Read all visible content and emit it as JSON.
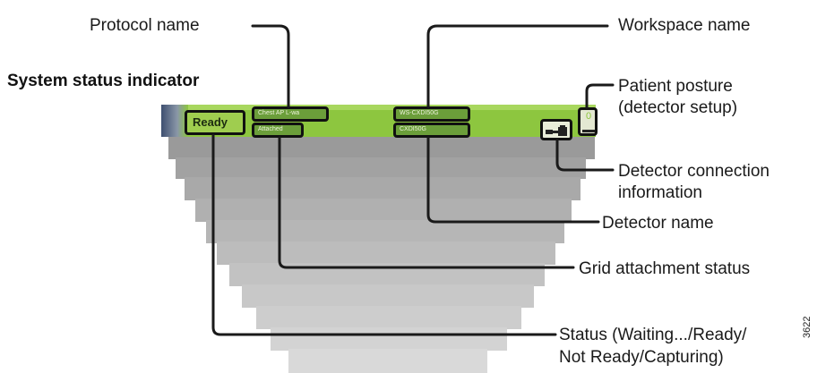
{
  "section_title": "System status indicator",
  "figure_number": "3622",
  "status_bar": {
    "status_label": "Ready",
    "protocol_label": "Chest AP L-wa",
    "grid_label": "Attached",
    "workspace_label": "WS-CXDI50G",
    "detector_label": "CXDI50G",
    "posture_glyph": "0"
  },
  "callouts": {
    "protocol_name": "Protocol name",
    "workspace_name": "Workspace name",
    "patient_posture": [
      "Patient posture",
      "(detector setup)"
    ],
    "detector_connection": [
      "Detector connection",
      "information"
    ],
    "detector_name": "Detector name",
    "grid_attachment": "Grid attachment status",
    "status": [
      "Status (Waiting.../Ready/",
      "Not Ready/Capturing)"
    ]
  },
  "colors": {
    "bar_green": "#8dc63f",
    "bar_dark_end": "#4a5a78",
    "leader_line": "#1a1a1a"
  },
  "icons": {
    "connection_icon": "detector-connection-icon",
    "posture_icon": "patient-posture-icon"
  }
}
